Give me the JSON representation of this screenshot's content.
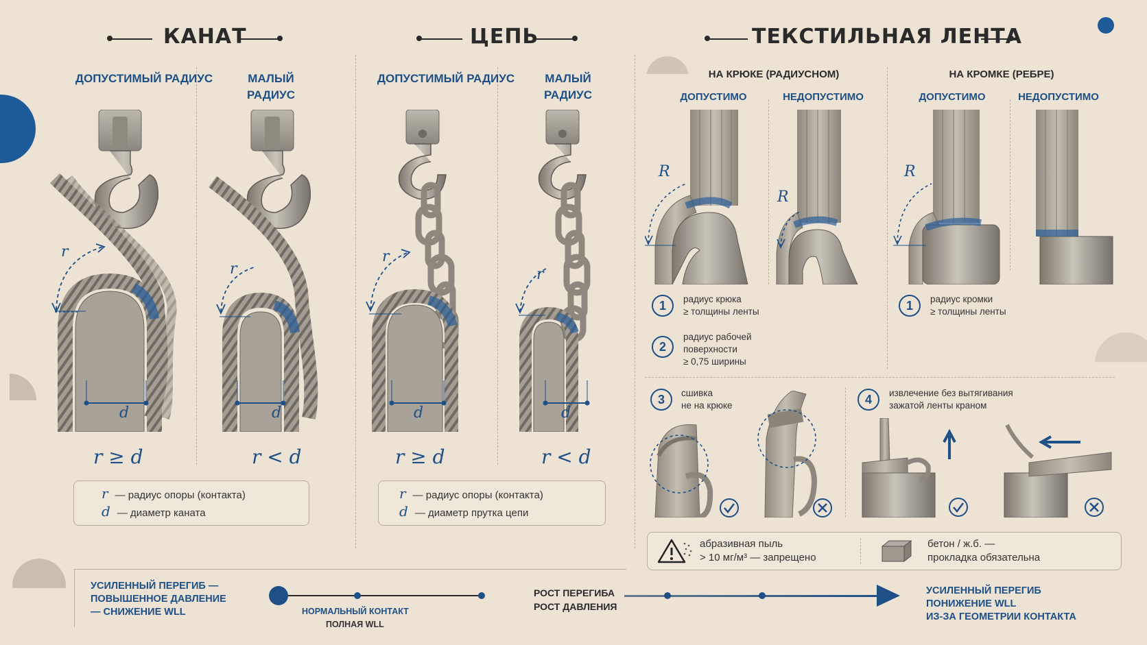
{
  "sections": {
    "rope": {
      "title": "КАНАТ",
      "allowed": "ДОПУСТИМЫЙ РАДИУС",
      "small": "МАЛЫЙ РАДИУС",
      "formula_ok": "r ≥ d",
      "formula_bad": "r < d",
      "legend": [
        {
          "sym": "r",
          "text": "— радиус опоры (контакта)"
        },
        {
          "sym": "d",
          "text": "— диаметр каната"
        }
      ]
    },
    "chain": {
      "title": "ЦЕПЬ",
      "allowed": "ДОПУСТИМЫЙ РАДИУС",
      "small": "МАЛЫЙ РАДИУС",
      "formula_ok": "r ≥ d",
      "formula_bad": "r < d",
      "legend": [
        {
          "sym": "r",
          "text": "— радиус опоры (контакта)"
        },
        {
          "sym": "d",
          "text": "— диаметр прутка цепи"
        }
      ]
    },
    "textile": {
      "title": "ТЕКСТИЛЬНАЯ ЛЕНТА",
      "hook_group": "НА КРЮКЕ (РАДИУСНОМ)",
      "edge_group": "НА КРОМКЕ (РЕБРЕ)",
      "ok": "ДОПУСТИМО",
      "bad": "НЕДОПУСТИМО",
      "notes": {
        "n1": {
          "num": "1",
          "text": "радиус крюка\n≥ толщины ленты"
        },
        "n2": {
          "num": "2",
          "text": "радиус рабочей\nповерхности\n≥ 0,75 ширины"
        },
        "n1b": {
          "num": "1",
          "text": "радиус кромки\n≥ толщины ленты"
        },
        "n3": {
          "num": "3",
          "text": "сшивка\nне на крюке"
        },
        "n4": {
          "num": "4",
          "text": "извлечение без вытягивания\nзажатой ленты краном"
        }
      },
      "warn1": "абразивная пыль\n> 10 мг/м³ — запрещено",
      "warn2": "бетон / ж.б. —\nпрокладка обязательна"
    }
  },
  "labels": {
    "r": "r",
    "d": "d",
    "R": "R"
  },
  "bottom": {
    "left": "УСИЛЕННЫЙ ПЕРЕГИБ —\nПОВЫШЕННОЕ ДАВЛЕНИЕ\n— СНИЖЕНИЕ WLL",
    "normal1": "НОРМАЛЬНЫЙ КОНТАКТ",
    "normal2": "ПОЛНАЯ WLL",
    "mid1": "РОСТ ПЕРЕГИБА",
    "mid2": "РОСТ ДАВЛЕНИЯ",
    "right": "УСИЛЕННЫЙ ПЕРЕГИБ\nПОНИЖЕНИЕ WLL\nИЗ-ЗА ГЕОМЕТРИИ КОНТАКТА"
  },
  "colors": {
    "accent": "#1e4f86",
    "background": "#ece3d5",
    "metal": "#9a958c"
  }
}
